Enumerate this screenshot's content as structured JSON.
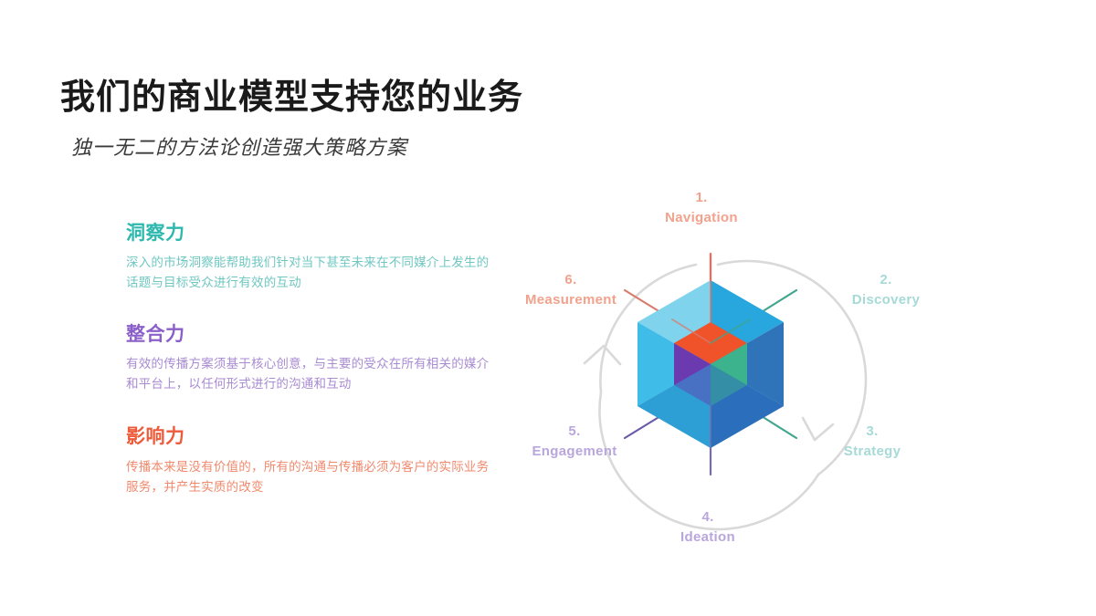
{
  "slide": {
    "title": "我们的商业模型支持您的业务",
    "subtitle": "独一无二的方法论创造强大策略方案",
    "background_color": "#ffffff"
  },
  "pillars": [
    {
      "title": "洞察力",
      "body": "深入的市场洞察能帮助我们针对当下甚至未来在不同媒介上发生的话题与目标受众进行有效的互动",
      "title_color": "#2FB8AE",
      "body_color": "#6FC7C2"
    },
    {
      "title": "整合力",
      "body": "有效的传播方案须基于核心创意，与主要的受众在所有相关的媒介和平台上，以任何形式进行的沟通和互动",
      "title_color": "#8B5FC9",
      "body_color": "#A88BD2"
    },
    {
      "title": "影响力",
      "body": "传播本来是没有价值的，所有的沟通与传播必须为客户的实际业务服务，并产生实质的改变",
      "title_color": "#EE5B3B",
      "body_color": "#F08A6E"
    }
  ],
  "diagram": {
    "name": "cycle-cube-diagram",
    "ring_color": "#D9D9D9",
    "steps": [
      {
        "number": "1.",
        "name": "Navigation",
        "color": "#F2A28C"
      },
      {
        "number": "2.",
        "name": "Discovery",
        "color": "#A6DAD6"
      },
      {
        "number": "3.",
        "name": "Strategy",
        "color": "#A6DAD6"
      },
      {
        "number": "4.",
        "name": "Ideation",
        "color": "#B9A6DC"
      },
      {
        "number": "5.",
        "name": "Engagement",
        "color": "#B9A6DC"
      },
      {
        "number": "6.",
        "name": "Measurement",
        "color": "#F2A28C"
      }
    ],
    "cube": {
      "top_left_face": "#7FD3EC",
      "top_right_face": "#27A7DD",
      "left_face": "#3FBCE8",
      "right_face": "#2F74B8",
      "bottom_left_face": "#2D9FD6",
      "bottom_right_face": "#2B6FBC",
      "inner_top_face": "#F0522A",
      "inner_left_face": "#6B3AAE",
      "inner_right_face": "#3CB38C",
      "axis_top_color": "#F2685A",
      "axis_upper_left_color": "#D97B6C",
      "axis_upper_right_color": "#3FA58C",
      "axis_lower_left_color": "#6B5AA8",
      "axis_lower_right_color": "#3FA58C",
      "axis_bottom_color": "#7A6BB5"
    }
  }
}
